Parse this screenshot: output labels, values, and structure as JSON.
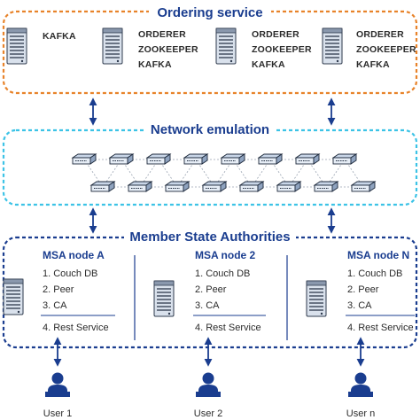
{
  "colors": {
    "ordering_border": "#e8832a",
    "network_border": "#3cc3e6",
    "msa_border": "#1a3d8f",
    "title_blue": "#1a3d8f",
    "arrow": "#1a3d8f",
    "server_fill": "#d9e1ec",
    "user_fill": "#1a3d8f"
  },
  "ordering_service": {
    "title": "Ordering service",
    "servers": [
      {
        "icon": "server-icon",
        "labels": [
          "KAFKA"
        ]
      },
      {
        "icon": "server-icon",
        "labels": [
          "ORDERER",
          "ZOOKEEPER",
          "KAFKA"
        ]
      },
      {
        "icon": "server-icon",
        "labels": [
          "ORDERER",
          "ZOOKEEPER",
          "KAFKA"
        ]
      },
      {
        "icon": "server-icon",
        "labels": [
          "ORDERER",
          "ZOOKEEPER",
          "KAFKA"
        ]
      }
    ]
  },
  "network_emulation": {
    "title": "Network emulation",
    "switch_icon": "network-switch-icon"
  },
  "member_state_authorities": {
    "title": "Member State Authorities",
    "nodes": [
      {
        "title": "MSA node A",
        "items": [
          "1. Couch DB",
          "2. Peer",
          "3. CA"
        ],
        "service": "4. Rest Service"
      },
      {
        "title": "MSA node 2",
        "items": [
          "1. Couch DB",
          "2. Peer",
          "3. CA"
        ],
        "service": "4. Rest Service"
      },
      {
        "title": "MSA node N",
        "items": [
          "1. Couch DB",
          "2. Peer",
          "3. CA"
        ],
        "service": "4. Rest Service"
      }
    ]
  },
  "users": [
    {
      "label": "User 1",
      "icon": "user-icon"
    },
    {
      "label": "User 2",
      "icon": "user-icon"
    },
    {
      "label": "User n",
      "icon": "user-icon"
    }
  ]
}
